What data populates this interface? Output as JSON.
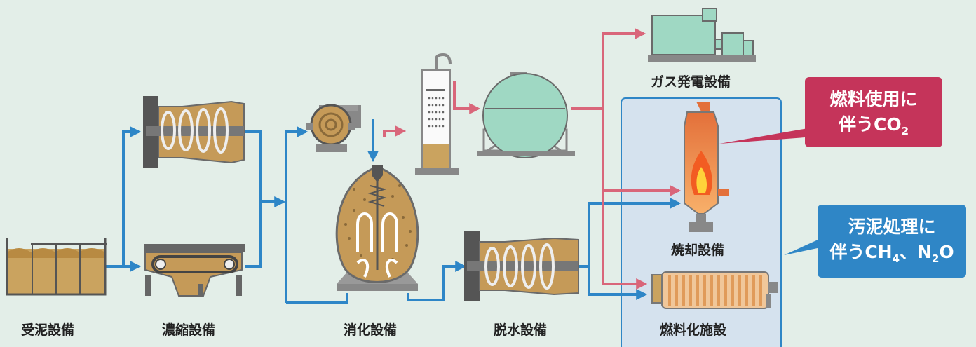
{
  "labels": {
    "juden": "受泥設備",
    "noshuku": "濃縮設備",
    "shoka": "消化設備",
    "dassui": "脱水設備",
    "gas_hatsuden": "ガス発電設備",
    "shokyaku": "焼却設備",
    "nenryoka": "燃料化施設"
  },
  "callouts": {
    "fuel_line1": "燃料使用に",
    "fuel_line2_prefix": "伴うCO",
    "fuel_line2_sub": "2",
    "sludge_line1": "汚泥処理に",
    "sludge_prefix": "伴うCH",
    "sludge_sub1": "4",
    "sludge_mid": "、N",
    "sludge_sub2": "2",
    "sludge_suffix": "O"
  },
  "colors": {
    "background": "#e3eee8",
    "sludge_flow": "#2e86c7",
    "gas_flow": "#d9667a",
    "fuel_callout": "#c5345a",
    "sludge_callout": "#2f86c6",
    "highlight_box": "#d5e2ee"
  }
}
